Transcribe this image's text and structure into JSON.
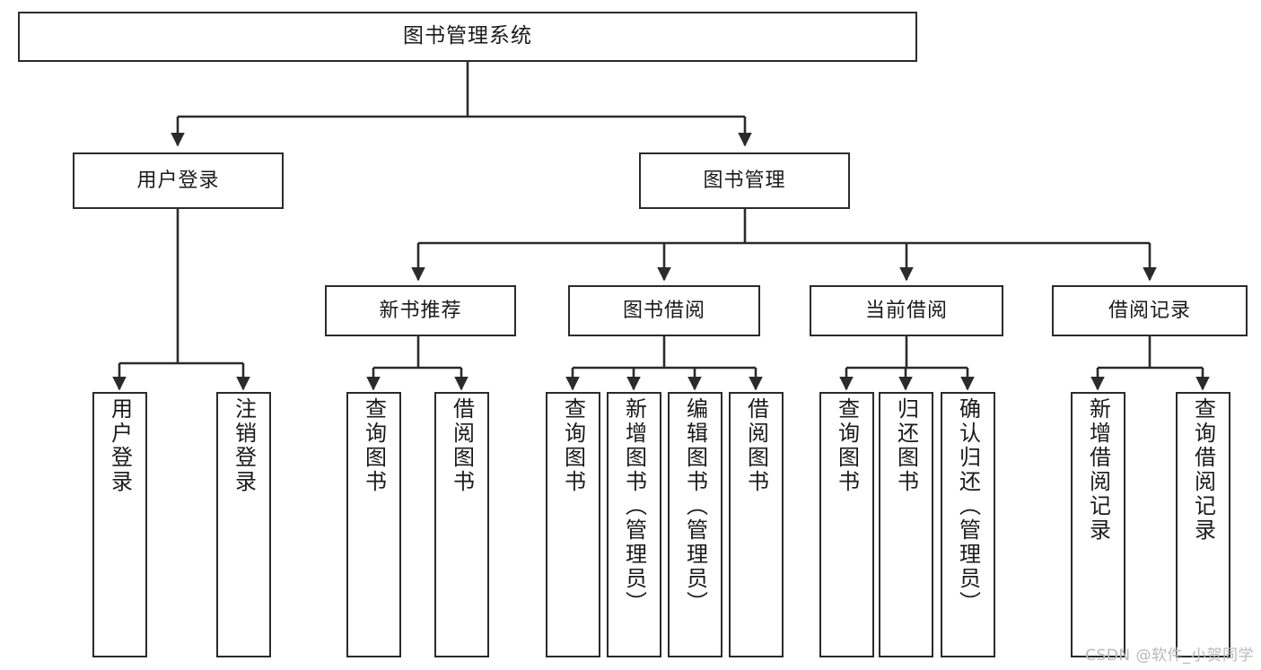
{
  "diagram": {
    "title": "图书管理系统",
    "type": "tree-hierarchy",
    "watermark": "CSDN @软件_小贺同学",
    "colors": {
      "border": "#2b2b2b",
      "background": "#ffffff",
      "text": "#1a1a1a",
      "watermark": "#b9b9b9"
    },
    "nodes": {
      "root": {
        "label": "图书管理系统"
      },
      "level2": [
        {
          "label": "用户登录"
        },
        {
          "label": "图书管理"
        }
      ],
      "level3": [
        {
          "label": "新书推荐"
        },
        {
          "label": "图书借阅"
        },
        {
          "label": "当前借阅"
        },
        {
          "label": "借阅记录"
        }
      ],
      "leaves": {
        "user_login": [
          {
            "label": "用户登录"
          },
          {
            "label": "注销登录"
          }
        ],
        "new_book": [
          {
            "label": "查询图书"
          },
          {
            "label": "借阅图书"
          }
        ],
        "borrow_book": [
          {
            "label": "查询图书"
          },
          {
            "label": "新增图书（管理员）"
          },
          {
            "label": "编辑图书（管理员）"
          },
          {
            "label": "借阅图书"
          }
        ],
        "current_borrow": [
          {
            "label": "查询图书"
          },
          {
            "label": "归还图书"
          },
          {
            "label": "确认归还（管理员）"
          }
        ],
        "borrow_record": [
          {
            "label": "新增借阅记录"
          },
          {
            "label": "查询借阅记录"
          }
        ]
      }
    }
  }
}
